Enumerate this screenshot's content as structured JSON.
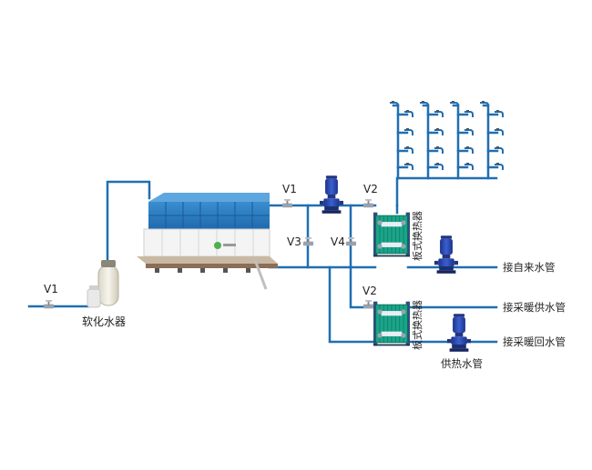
{
  "colors": {
    "pipe": "#1f6fb2",
    "tank_panel": "#2f7fc1",
    "tank_panel_dark": "#1e5f9a",
    "tank_base": "#f3f3f3",
    "pump": "#2847a8",
    "hex_plate": "#1aa58a",
    "hex_frame": "#2e4f7a",
    "text": "#222222"
  },
  "icons": {
    "valve": "valve-icon",
    "pump": "pump-icon",
    "heat_exchanger": "plate-heat-exchanger-icon",
    "softener": "water-softener-icon",
    "tank": "water-tank-icon",
    "tap": "tap-icon"
  },
  "labels": {
    "softener": "软化水器",
    "valve_softener": "V1",
    "valve_v1": "V1",
    "valve_v2_top": "V2",
    "valve_v3": "V3",
    "valve_v4": "V4",
    "valve_v2_bottom": "V2",
    "hex_top": "板式换热器",
    "hex_bottom": "板式换热器",
    "tap_water": "接自来水管",
    "heating_supply": "接采暖供水管",
    "heating_return": "接采暖回水管",
    "heating_pump": "供热水管"
  }
}
